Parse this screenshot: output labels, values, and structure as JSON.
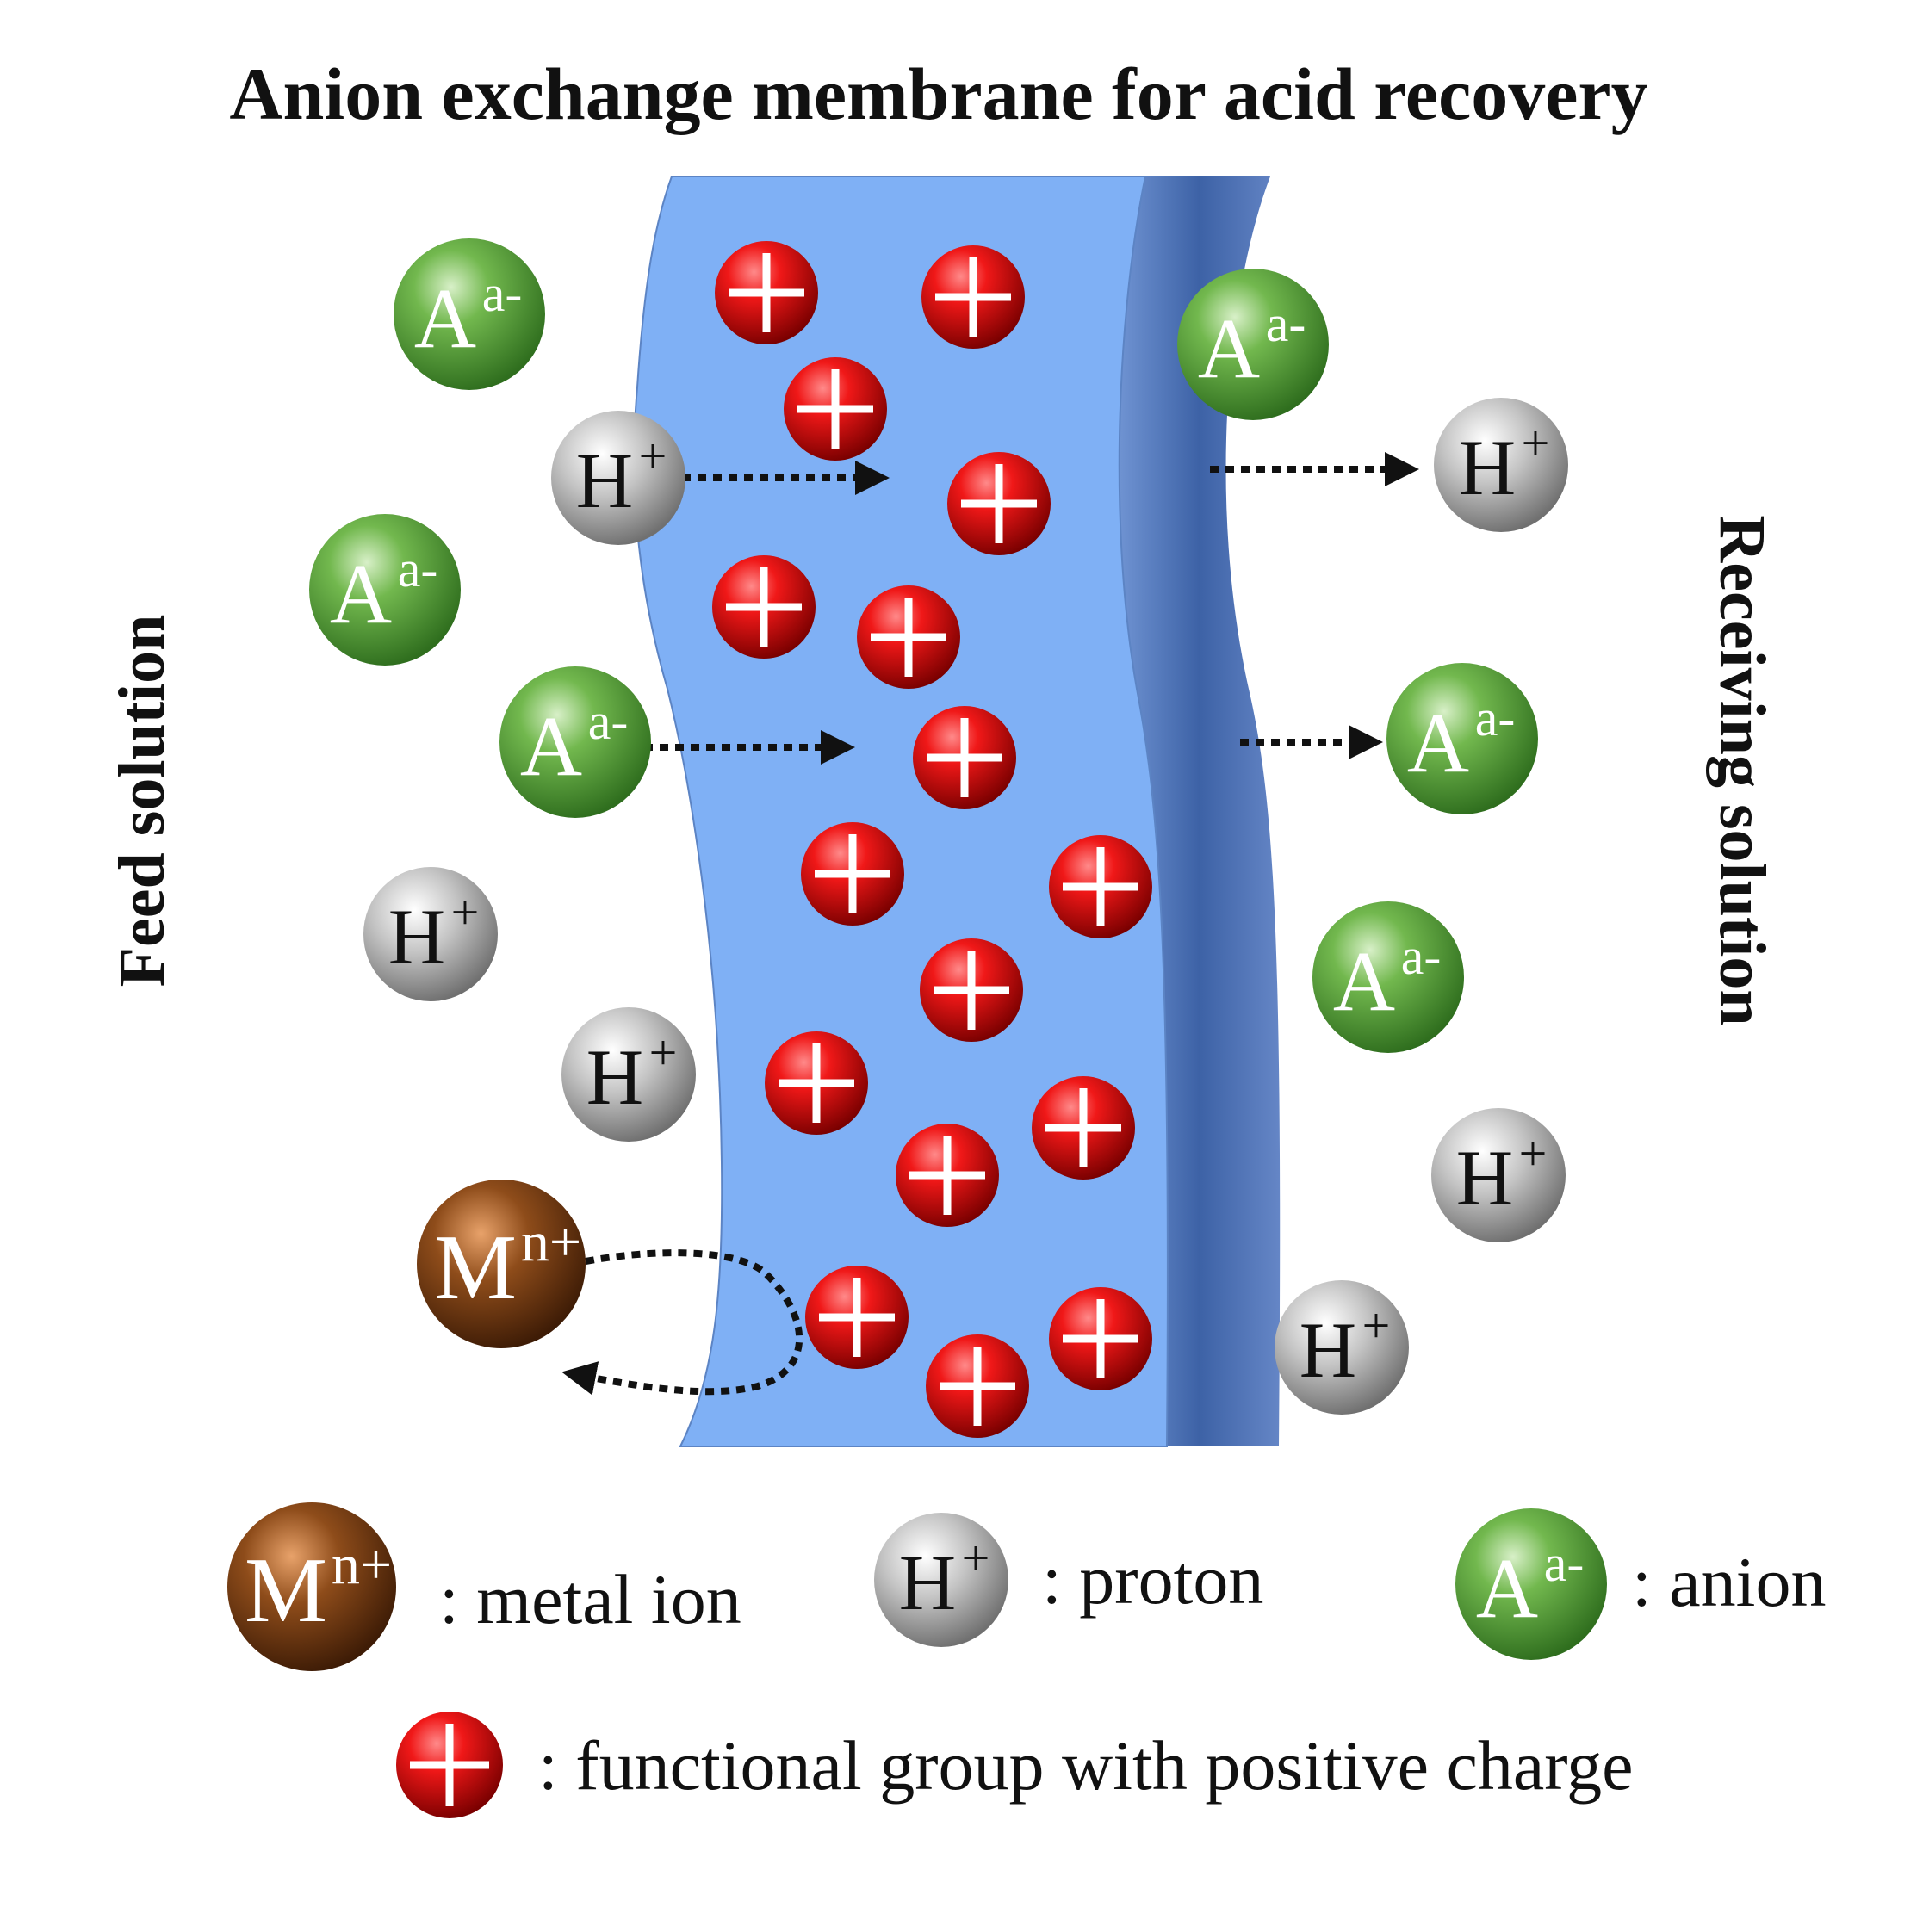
{
  "title": "Anion exchange membrane for acid recovery",
  "feed_label": "Feed solution",
  "receiving_label": "Receiving solution",
  "ions": {
    "anion": {
      "symbol": "A",
      "charge": "a-",
      "color": "#5aa63c"
    },
    "proton": {
      "symbol": "H",
      "charge": "+",
      "color": "#c9c9c9"
    },
    "metal": {
      "symbol": "M",
      "charge": "n+",
      "color": "#8a4a17"
    },
    "functional_group": {
      "symbol": "+",
      "color": "#e01010"
    }
  },
  "legend": {
    "metal": ": metal ion",
    "proton": ": proton",
    "anion": ": anion",
    "functional_group": ": functional group with positive charge"
  },
  "colors": {
    "membrane_face": "#7fb0f5",
    "membrane_side": "#4a72b8",
    "arrow": "#111111"
  }
}
